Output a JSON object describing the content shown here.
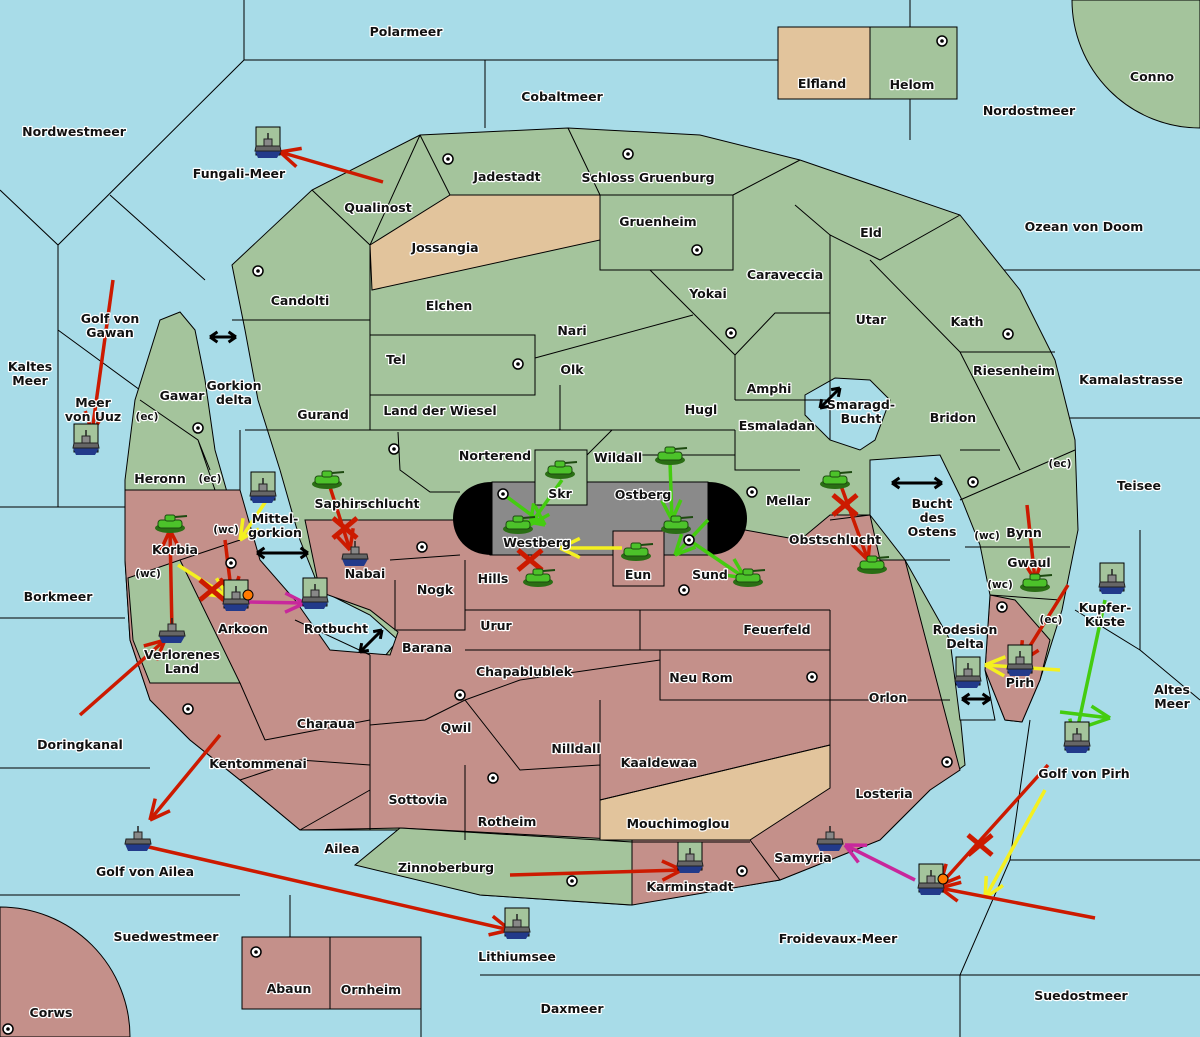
{
  "colors": {
    "sea": "#a8dce8",
    "neutral_land": "#a4c49c",
    "red_power": "#c4908a",
    "beige_power": "#e2c49c",
    "center_gray": "#8a8a8a",
    "order_move": "#cc1a00",
    "order_support": "#f4f020",
    "order_green": "#44cc10",
    "order_retreat": "#c8289c"
  },
  "territories": [
    "Polarmeer",
    "Cobaltmeer",
    "Elfland",
    "Helom",
    "Conno",
    "Nordostmeer",
    "Nordwestmeer",
    "Fungali-Meer",
    "Jadestadt",
    "Schloss Gruenburg",
    "Qualinost",
    "Jossangia",
    "Gruenheim",
    "Eld",
    "Ozean von Doom",
    "Candolti",
    "Elchen",
    "Caraveccia",
    "Yokai",
    "Nari",
    "Utar",
    "Kath",
    "Golf von Gawan",
    "Tel",
    "Olk",
    "Riesenheim",
    "Kamalastrasse",
    "Kaltes Meer",
    "Gawar",
    "Gorkion delta",
    "Amphi",
    "Smaragd-Bucht",
    "Meer von Uuz",
    "Gurand",
    "Land der Wiesel",
    "Hugl",
    "Bridon",
    "Esmaladan",
    "Norterend",
    "Wildall",
    "Heronn",
    "Skr",
    "Ostberg",
    "Mellar",
    "Teisee",
    "Saphirschlucht",
    "Bucht des Ostens",
    "Mittel-gorkion",
    "Bynn",
    "Westberg",
    "Obstschlucht",
    "Korbia",
    "Nabai",
    "Gwaul",
    "Hills",
    "Eun",
    "Sund",
    "Nogk",
    "Borkmeer",
    "Arkoon",
    "Rotbucht",
    "Urur",
    "Feuerfeld",
    "Kupfer-Küste",
    "Rodesion Delta",
    "Barana",
    "Verlorenes Land",
    "Chapablublek",
    "Neu Rom",
    "Pirh",
    "Orlon",
    "Altes Meer",
    "Doringkanal",
    "Charaua",
    "Qwil",
    "Nilldall",
    "Kentommenai",
    "Kaaldewaa",
    "Golf von Pirh",
    "Sottovia",
    "Losteria",
    "Rotheim",
    "Mouchimoglou",
    "Ailea",
    "Samyria",
    "Golf von Ailea",
    "Zinnoberburg",
    "Karminstadt",
    "Suedwestmeer",
    "Froidevaux-Meer",
    "Lithiumsee",
    "Abaun",
    "Ornheim",
    "Suedostmeer",
    "Daxmeer",
    "Corws"
  ],
  "coasts": [
    "(wc)",
    "(ec)",
    "(ec)",
    "(wc)",
    "(ec)",
    "(wc)",
    "(wc)",
    "(ec)"
  ],
  "units": [
    {
      "type": "fleet",
      "territory": "Fungali-Meer"
    },
    {
      "type": "fleet",
      "territory": "Meer von Uuz"
    },
    {
      "type": "fleet",
      "territory": "Mittelgorkion"
    },
    {
      "type": "army",
      "territory": "Korbia"
    },
    {
      "type": "fleet",
      "territory": "Arkoon",
      "dislodged": true
    },
    {
      "type": "fleet",
      "territory": "Rotbucht"
    },
    {
      "type": "fleet",
      "territory": "Verlorenes Land"
    },
    {
      "type": "army",
      "territory": "Saphirschlucht"
    },
    {
      "type": "fleet",
      "territory": "Nabai"
    },
    {
      "type": "army",
      "territory": "Skr"
    },
    {
      "type": "army",
      "territory": "Westberg"
    },
    {
      "type": "army",
      "territory": "Hills"
    },
    {
      "type": "army",
      "territory": "Eun"
    },
    {
      "type": "army",
      "territory": "Wildall"
    },
    {
      "type": "army",
      "territory": "Ostberg"
    },
    {
      "type": "army",
      "territory": "Sund"
    },
    {
      "type": "army",
      "territory": "Mellar"
    },
    {
      "type": "army",
      "territory": "Obstschlucht"
    },
    {
      "type": "army",
      "territory": "Gwaul"
    },
    {
      "type": "fleet",
      "territory": "Kupfer-Küste"
    },
    {
      "type": "fleet",
      "territory": "Rodesion Delta"
    },
    {
      "type": "fleet",
      "territory": "Pirh"
    },
    {
      "type": "fleet",
      "territory": "Golf von Pirh"
    },
    {
      "type": "fleet",
      "territory": "Froidevaux-Meer",
      "dislodged": true
    },
    {
      "type": "fleet",
      "territory": "Samyria"
    },
    {
      "type": "fleet",
      "territory": "Golf von Ailea"
    },
    {
      "type": "fleet",
      "territory": "Lithiumsee"
    },
    {
      "type": "fleet",
      "territory": "Karminstadt"
    }
  ]
}
